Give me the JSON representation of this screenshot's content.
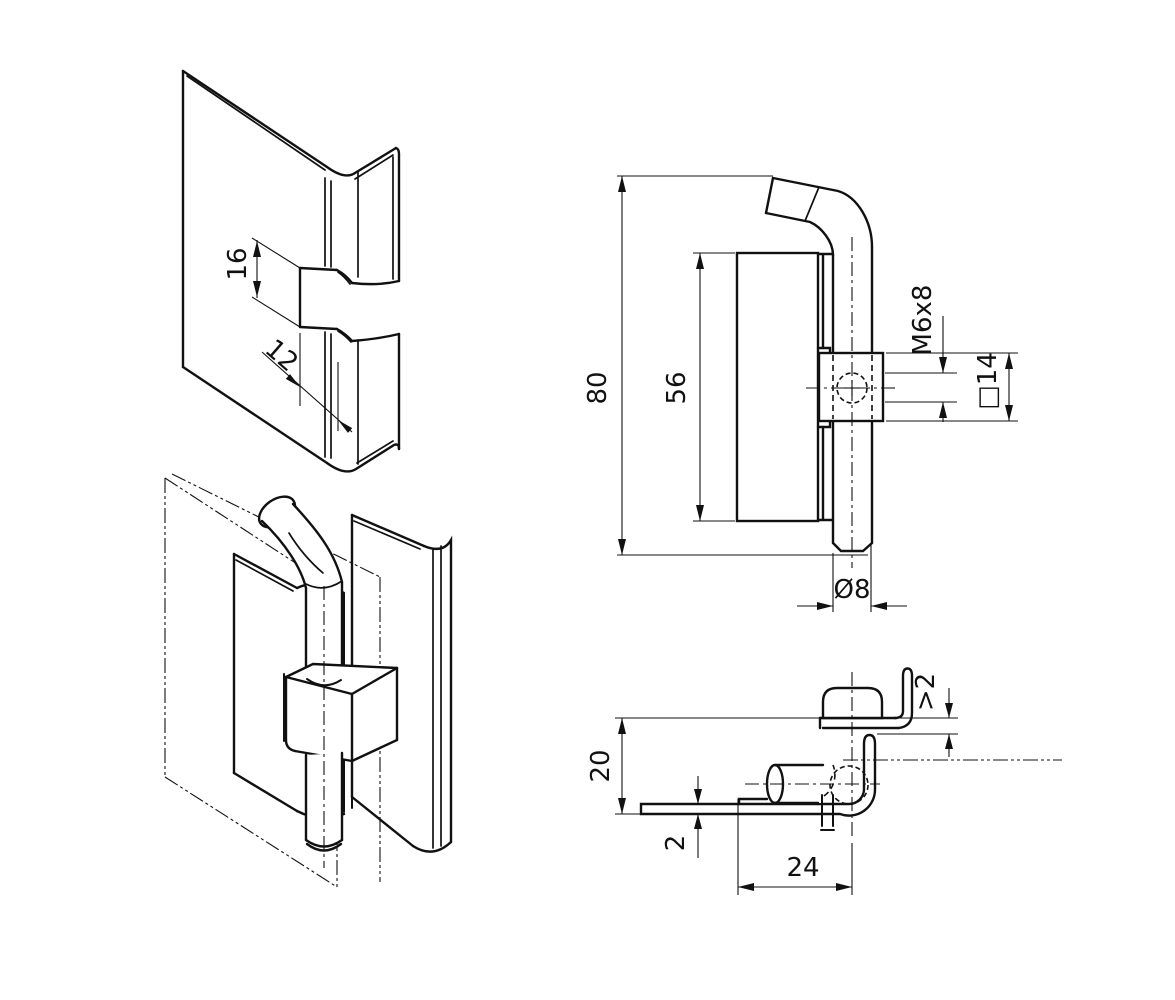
{
  "drawing": {
    "type": "technical-drawing",
    "subject": "concealed sheet-metal hinge with bent pin",
    "colors": {
      "line": "#111111",
      "background": "#ffffff"
    },
    "views": {
      "iso_leaf": {
        "dims": {
          "notch_height": "16",
          "notch_depth": "12"
        }
      },
      "iso_assembly": {
        "dims": {}
      },
      "front": {
        "dims": {
          "overall_height": "80",
          "leaf_height": "56",
          "thread": "M6x8",
          "body_square": "□14",
          "pin_diameter": "Ø8"
        }
      },
      "top": {
        "dims": {
          "leaf_spacing": "20",
          "sheet_thickness": "2",
          "axis_offset": "24",
          "min_clearance": ">2"
        }
      }
    }
  }
}
